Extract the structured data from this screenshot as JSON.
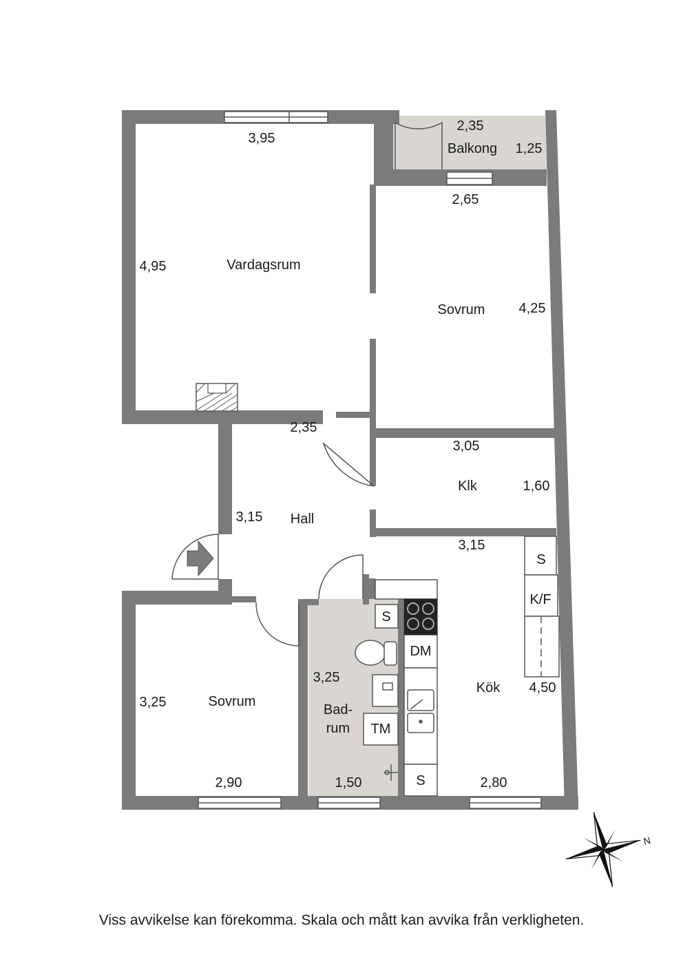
{
  "colors": {
    "wall": "#7b7b7b",
    "wet_area": "#d9d6d2",
    "fixture_line": "#555555",
    "text": "#1a1a1a"
  },
  "rooms": {
    "vardagsrum": {
      "name": "Vardagsrum",
      "width": "3,95",
      "depth": "4,95"
    },
    "sovrum_top": {
      "name": "Sovrum",
      "width": "2,65",
      "depth": "4,25"
    },
    "balkong": {
      "name": "Balkong",
      "width": "2,35",
      "depth": "1,25"
    },
    "hall": {
      "name": "Hall",
      "width": "2,35",
      "depth": "3,15"
    },
    "klk": {
      "name": "Klk",
      "width": "3,05",
      "depth": "1,60"
    },
    "kok": {
      "name": "Kök",
      "width": "3,15",
      "width_bottom": "2,80",
      "depth": "4,50"
    },
    "badrum": {
      "name_line1": "Bad-",
      "name_line2": "rum",
      "width": "1,50",
      "depth": "3,25"
    },
    "sovrum_bottom": {
      "name": "Sovrum",
      "width": "2,90",
      "depth": "3,25"
    }
  },
  "fixtures": {
    "bath_s": "S",
    "tm": "TM",
    "dm": "DM",
    "kitchen_s_bottom": "S",
    "kitchen_s_top": "S",
    "kf": "K/F"
  },
  "icons": [
    "entrance-arrow-icon",
    "compass-rose-icon",
    "fireplace-icon",
    "stove-icon",
    "sink-icon",
    "toilet-icon"
  ],
  "compass": {
    "label": "N"
  },
  "disclaimer": "Viss avvikelse kan förekomma. Skala och mått kan avvika från verkligheten."
}
